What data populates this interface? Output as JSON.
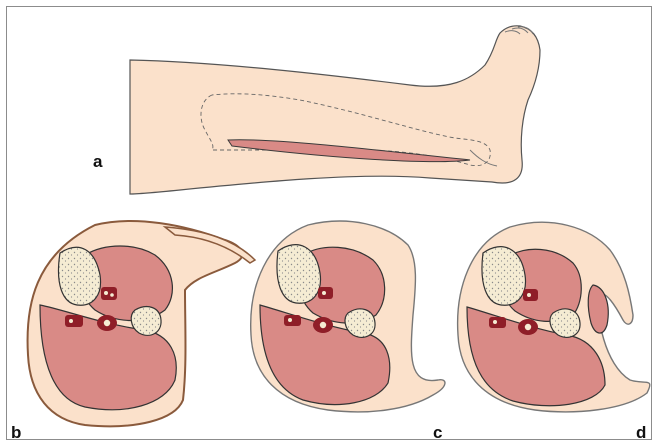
{
  "figure": {
    "labels": {
      "a": "a",
      "b": "b",
      "c": "c",
      "d": "d"
    }
  },
  "colors": {
    "skin": "#fbe1cb",
    "skin_dark": "#f4c8a6",
    "muscle": "#d98a86",
    "muscle_dark": "#c9706b",
    "bone": "#f5ecd3",
    "vessel": "#8f1e28",
    "outline": "#3a3a3a",
    "fascia": "#c58a6a"
  }
}
